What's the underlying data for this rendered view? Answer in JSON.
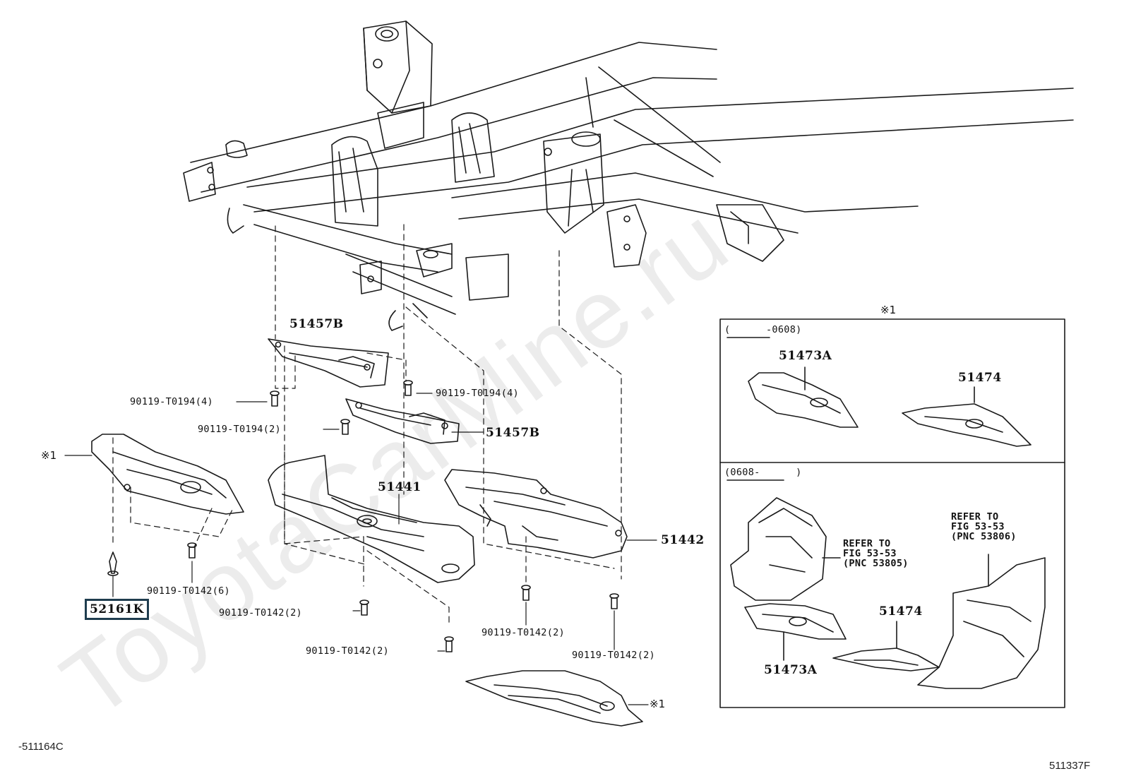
{
  "labels": {
    "p51457b_top": "51457B",
    "p51457b_right": "51457B",
    "p51441": "51441",
    "p51442": "51442",
    "p52161k": "52161K",
    "b_t0194_4_left": "90119-T0194(4)",
    "b_t0194_4_right": "90119-T0194(4)",
    "b_t0194_2": "90119-T0194(2)",
    "b_t0142_6": "90119-T0142(6)",
    "b_t0142_2_a": "90119-T0142(2)",
    "b_t0142_2_b": "90119-T0142(2)",
    "b_t0142_2_c": "90119-T0142(2)",
    "b_t0142_2_d": "90119-T0142(2)",
    "note_left": "※1",
    "note_bottom": "※1"
  },
  "inset": {
    "marker": "※1",
    "top_range": "(      -0608)",
    "bottom_range": "(0608-      )",
    "p51473a_top": "51473A",
    "p51474_top": "51474",
    "p51474_bottom": "51474",
    "p51473a_bottom": "51473A",
    "ref1": "REFER TO\nFIG 53-53\n(PNC 53805)",
    "ref2": "REFER TO\nFIG 53-53\n(PNC 53806)"
  },
  "footer": {
    "left_code": "-511164C",
    "right_code": "511337F"
  },
  "watermark": "ToyotaCarMine.ru",
  "colors": {
    "line": "#1a1a1a",
    "highlight_border": "#1f3d4f"
  }
}
